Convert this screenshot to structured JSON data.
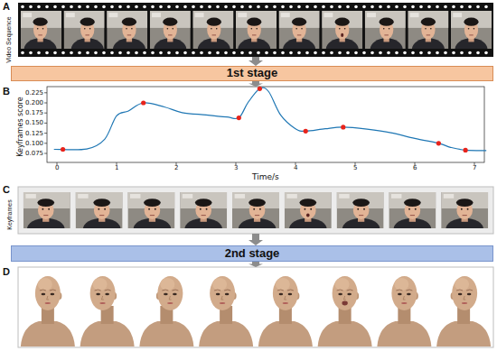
{
  "diagram": {
    "nodes": [
      {
        "text": [
          "A",
          "Video Sequence"
        ]
      },
      {
        "text": [
          "1st stage"
        ]
      },
      {
        "text": [
          "B"
        ]
      },
      {
        "text": [
          "C",
          "Keyframes"
        ]
      },
      {
        "text": [
          "2nd stage"
        ]
      },
      {
        "text": [
          "D"
        ]
      }
    ],
    "edges": [
      {
        "from": 0,
        "to": 1,
        "arrow": "to"
      },
      {
        "from": 1,
        "to": 2,
        "arrow": "to"
      },
      {
        "from": 3,
        "to": 4,
        "arrow": "to"
      },
      {
        "from": 4,
        "to": 5,
        "arrow": "to"
      }
    ],
    "labels": [
      "Keyframes score",
      "0.225",
      "0.200",
      "0.175",
      "0.150",
      "0.125",
      "0.100",
      "0.075",
      "0",
      "1",
      "2",
      "3",
      "4",
      "5",
      "6",
      "7",
      "Time/s"
    ]
  }
}
